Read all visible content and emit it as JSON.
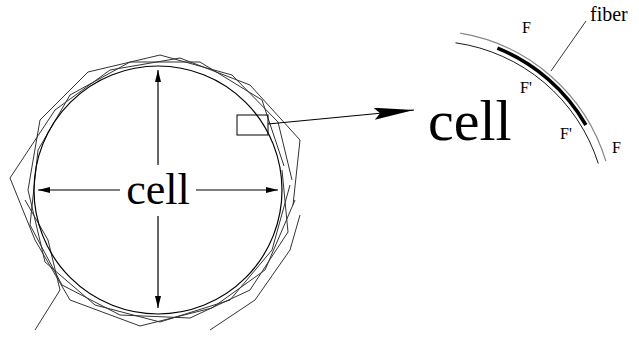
{
  "diagram": {
    "nodes": [
      {
        "text": [
          "cell"
        ]
      }
    ],
    "labels": [
      "cell",
      "fiber",
      "F",
      "F'",
      "F'",
      "F"
    ]
  }
}
